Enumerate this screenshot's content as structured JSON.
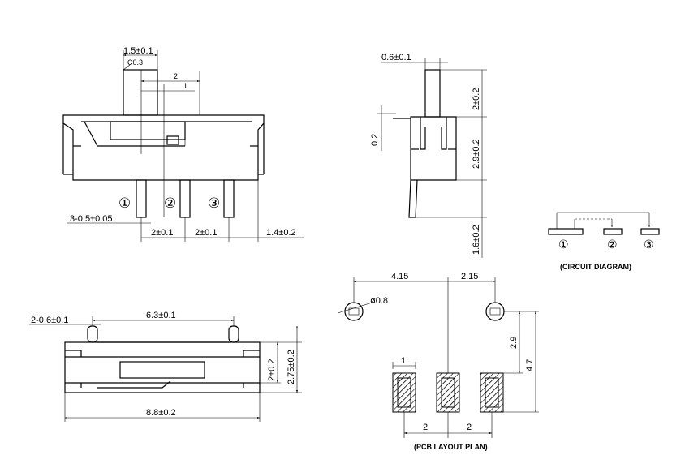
{
  "front_view": {
    "dims": {
      "knob_width": "1.5±0.1",
      "chamfer": "C0.3",
      "travel_2": "2",
      "travel_1": "1",
      "pin_width": "3-0.5±0.05",
      "pitch_a": "2±0.1",
      "pitch_b": "2±0.1",
      "edge": "1.4±0.2"
    },
    "pins": [
      "①",
      "②",
      "③"
    ]
  },
  "side_view": {
    "dims": {
      "knob_thickness": "0.6±0.1",
      "knob_height": "2±0.2",
      "offset": "0.2",
      "body_height": "2.9±0.2",
      "pin_length": "1.6±0.2"
    }
  },
  "bottom_view": {
    "dims": {
      "tab": "2-0.6±0.1",
      "tab_span": "6.3±0.1",
      "height_a": "2±0.2",
      "height_b": "2.75±0.2",
      "length": "8.8±0.2"
    }
  },
  "circuit": {
    "pins": [
      "①",
      "②",
      "③"
    ],
    "caption": "(CIRCUIT DIAGRAM)"
  },
  "pcb": {
    "dims": {
      "left_span": "4.15",
      "right_span": "2.15",
      "hole": "ø0.8",
      "pad_width": "1",
      "pad_to_hole": "2.9",
      "total_height": "4.7",
      "pitch_a": "2",
      "pitch_b": "2"
    },
    "caption": "(PCB LAYOUT  PLAN)"
  }
}
